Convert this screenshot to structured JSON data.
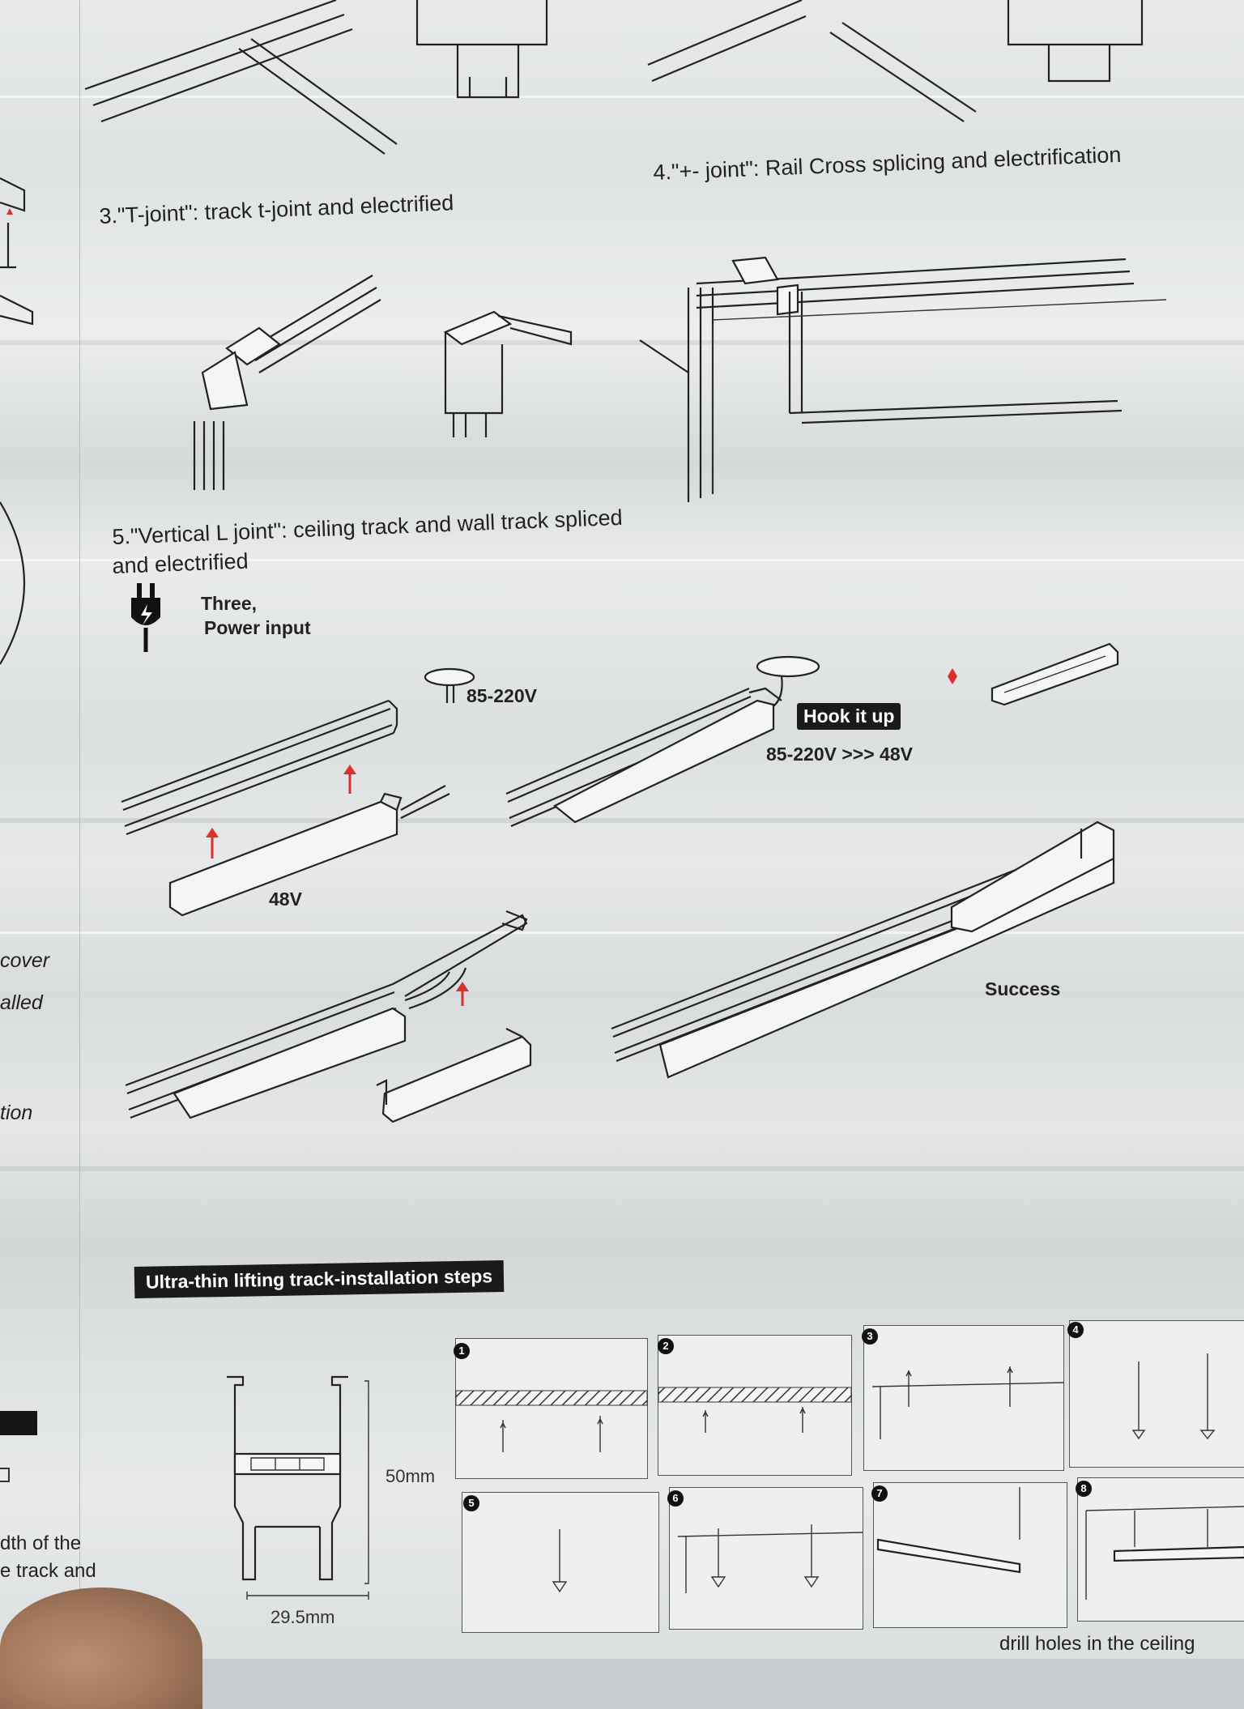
{
  "captions": {
    "tjoint": "3.\"T-joint\": track t-joint and electrified",
    "cross": "4.\"+- joint\": Rail Cross splicing and electrification",
    "vertical_line1": "5.\"Vertical L joint\": ceiling track and wall track spliced",
    "vertical_line2": "and electrified"
  },
  "power": {
    "icon": "plug-icon",
    "line1": "Three,",
    "line2": "Power input"
  },
  "labels": {
    "v_in": "85-220V",
    "hook": "Hook it up",
    "convert": "85-220V >>> 48V",
    "v_low": "48V",
    "success": "Success"
  },
  "left_margin": {
    "cover": "cover",
    "called": "alled",
    "tion": "tion",
    "dth": "dth of the",
    "track": "e track and"
  },
  "install": {
    "title": "Ultra-thin lifting track-installation steps",
    "height_dim": "50mm",
    "width_dim": "29.5mm",
    "steps": [
      "1",
      "2",
      "3",
      "4",
      "5",
      "6",
      "7",
      "8"
    ],
    "bottom_text": "drill holes in the ceiling"
  },
  "colors": {
    "accent_red": "#d9312b",
    "tag_black": "#1a1a1a"
  }
}
